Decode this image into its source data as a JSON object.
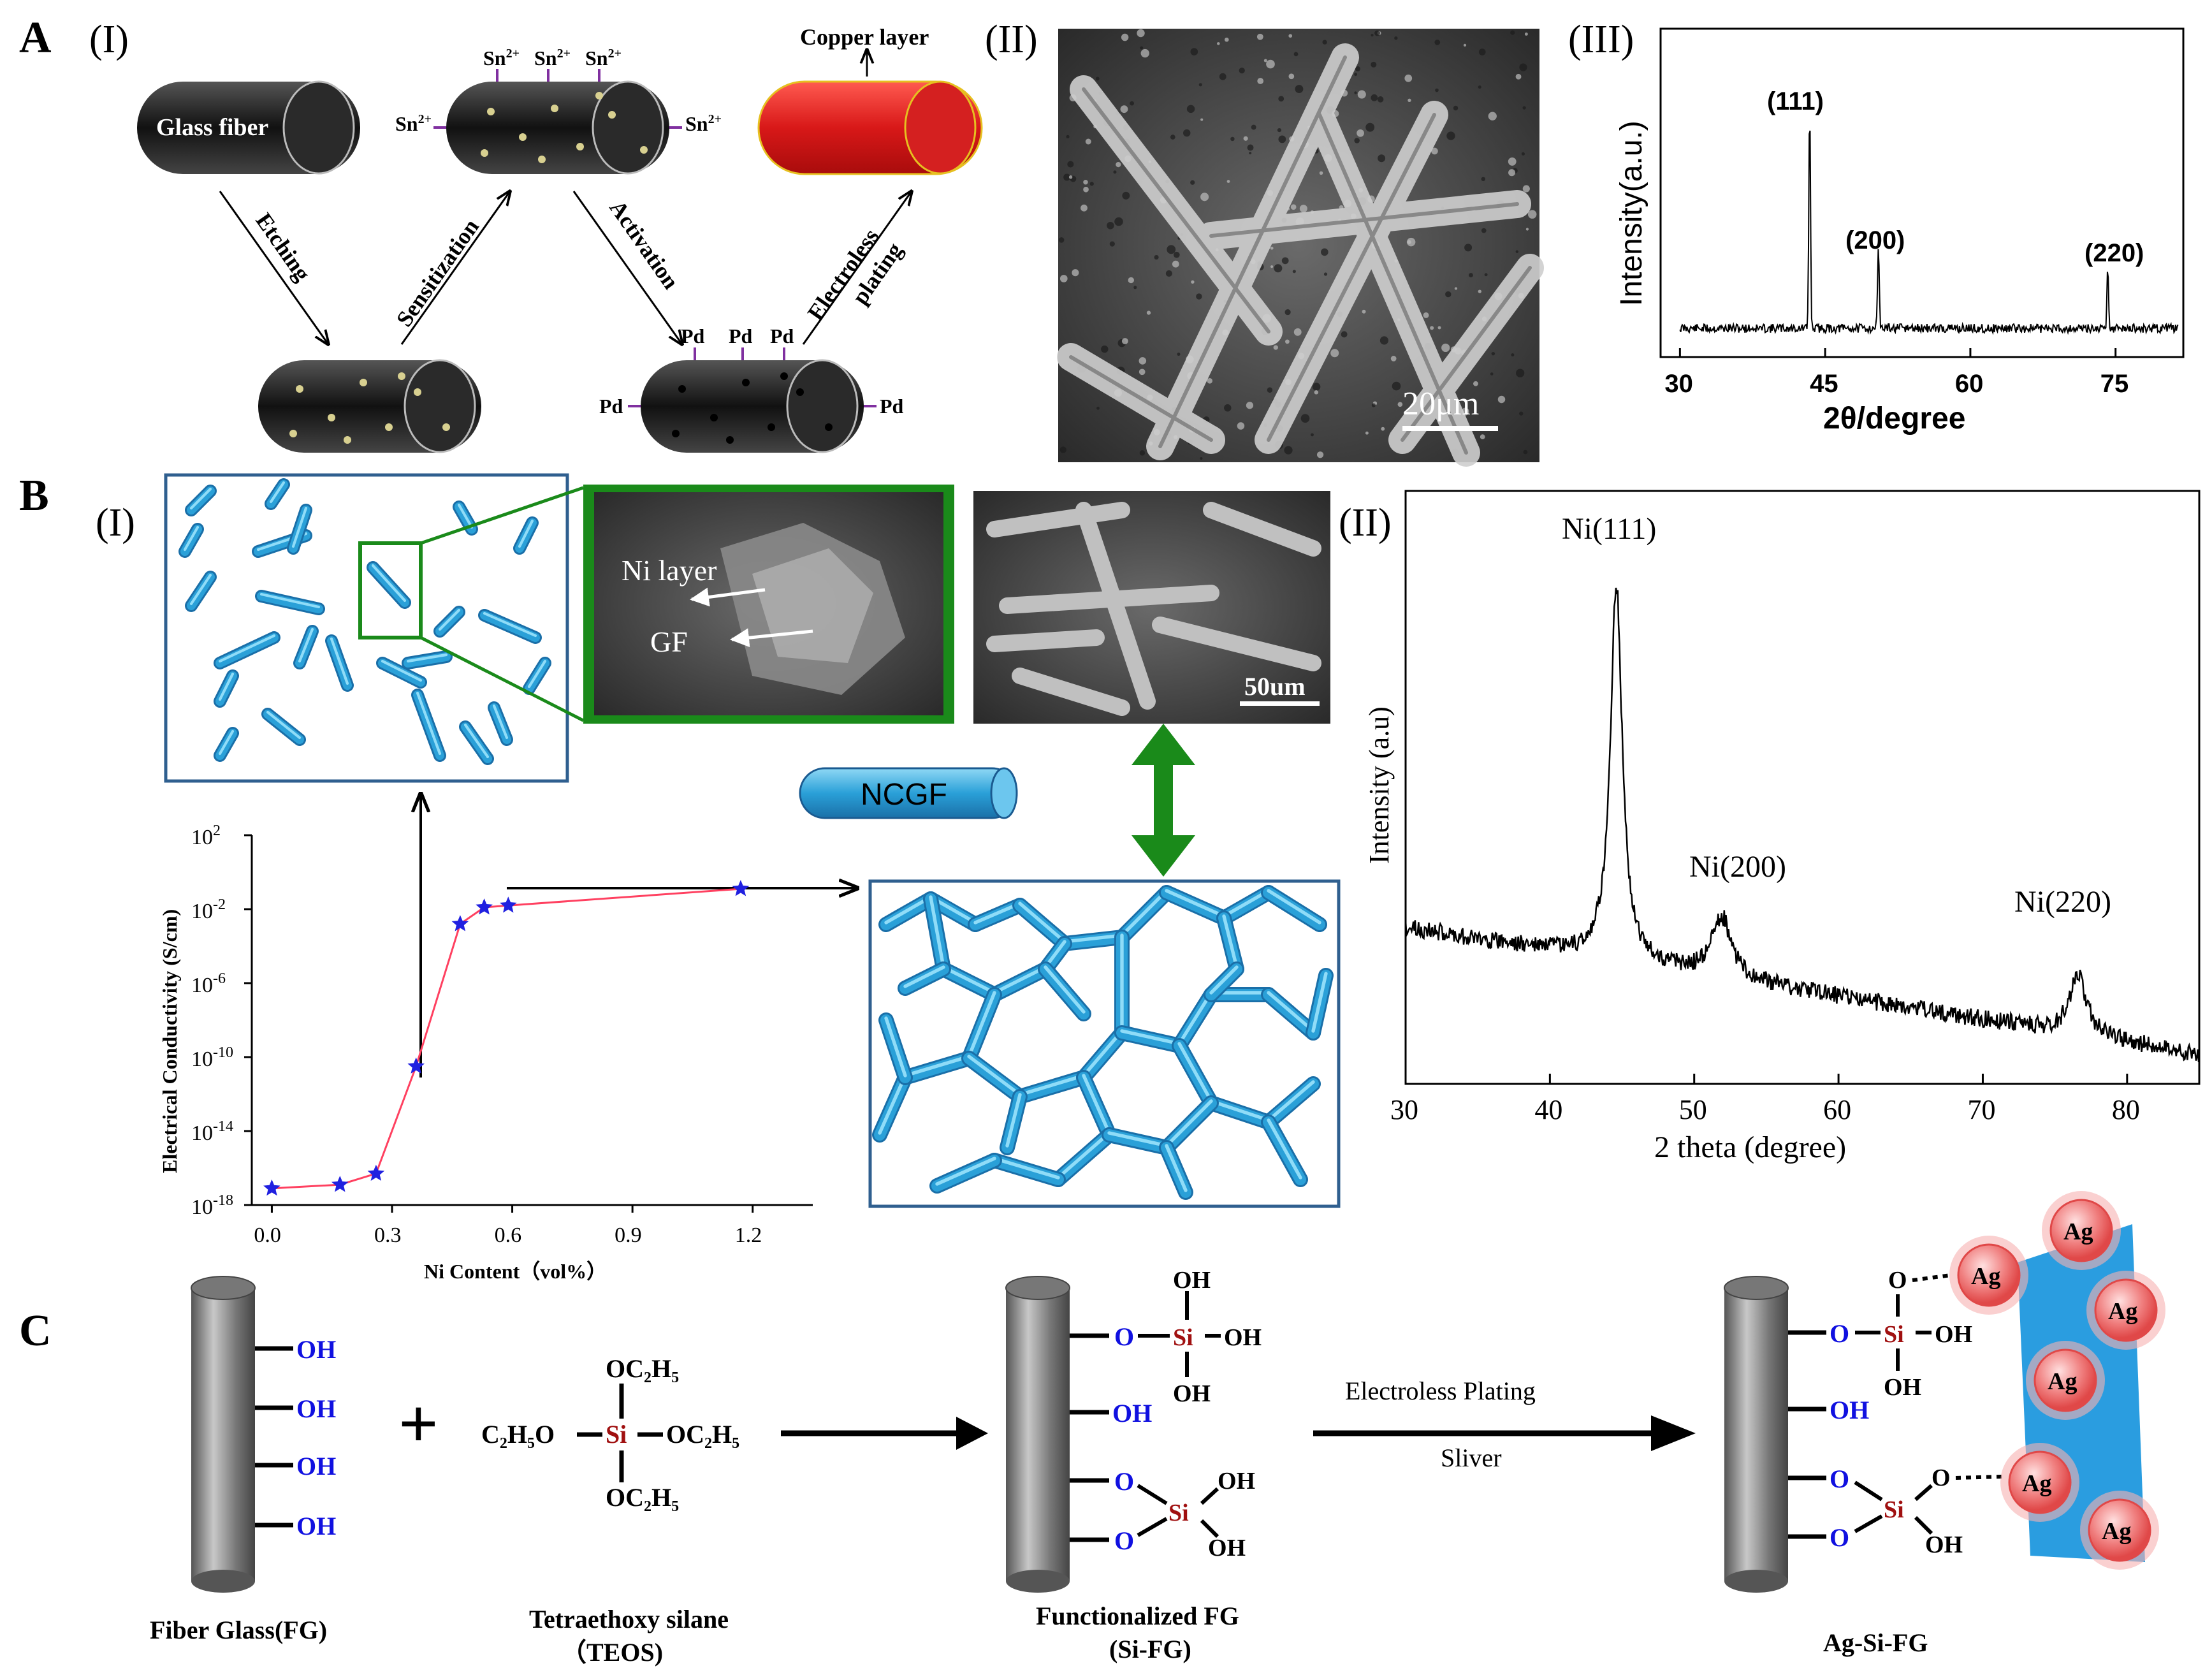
{
  "panel_labels": {
    "A": "A",
    "B": "B",
    "C": "C"
  },
  "sub_labels": {
    "a1": "(I)",
    "a2": "(II)",
    "a3": "(III)",
    "b1": "(I)",
    "b2": "(II)"
  },
  "colors": {
    "copper": "#e02020",
    "fiber_blue": "#2aa0d8",
    "green_frame": "#1a8a1a",
    "blue_frame": "#2f5f8f",
    "oh_blue": "#1010e0",
    "si_red": "#a01010",
    "ag_pink": "#f07878",
    "ag_plate": "#2a9de0",
    "star": "#2020e0",
    "curve": "#ff4060"
  },
  "schemeA": {
    "glass_fiber": "Glass fiber",
    "copper_layer": "Copper layer",
    "sn": "Sn",
    "sn_sup": "2+",
    "pd": "Pd",
    "etching": "Etching",
    "sensitization": "Sensitization",
    "activation": "Activation",
    "electroless": "Electroless",
    "plating": "plating"
  },
  "semA": {
    "scale": "20μm"
  },
  "xrdA": {
    "ylabel": "Intensity(a.u.)",
    "xlabel": "2θ/degree",
    "xticks": [
      "30",
      "45",
      "60",
      "75"
    ],
    "peaks": [
      "(111)",
      "(200)",
      "(220)"
    ]
  },
  "schemeB": {
    "ni_layer": "Ni layer",
    "gf": "GF",
    "sem_scale": "50um",
    "ncgf": "NCGF"
  },
  "conductivity": {
    "ylabel": "Electrical Conductivity (S/cm)",
    "xlabel": "Ni Content（vol%）",
    "xticks": [
      "0.0",
      "0.3",
      "0.6",
      "0.9",
      "1.2"
    ],
    "ytick_base": "10",
    "ytick_exps": [
      "2",
      "-2",
      "-6",
      "-10",
      "-14",
      "-18"
    ]
  },
  "xrdB": {
    "ylabel": "Intensity (a.u)",
    "xlabel": "2 theta (degree)",
    "xticks": [
      "30",
      "40",
      "50",
      "60",
      "70",
      "80"
    ],
    "peaks": [
      "Ni(111)",
      "Ni(200)",
      "Ni(220)"
    ]
  },
  "schemeC": {
    "oh": "OH",
    "o": "O",
    "si": "Si",
    "ag": "Ag",
    "plus": "+",
    "teos_oc2h5": "OC₂H₅",
    "teos_c2h5o": "C₂H₅O",
    "arrow_top": "Electroless Plating",
    "arrow_bottom": "Sliver",
    "cap_fg": "Fiber Glass(FG)",
    "cap_teos1": "Tetraethoxy silane",
    "cap_teos2": "（TEOS)",
    "cap_si1": "Functionalized FG",
    "cap_si2": "(Si-FG)",
    "cap_ag": "Ag-Si-FG"
  },
  "chart_data": [
    {
      "type": "line",
      "xlabel": "Ni Content（vol%）",
      "ylabel": "Electrical Conductivity (S/cm)",
      "log_y": true,
      "xlim": [
        -0.05,
        1.35
      ],
      "ylim_exp": [
        -18,
        2
      ],
      "x": [
        0.0,
        0.17,
        0.26,
        0.36,
        0.47,
        0.53,
        0.59,
        1.17
      ],
      "y_exp": [
        -17.1,
        -16.9,
        -16.3,
        -10.5,
        -2.8,
        -1.9,
        -1.8,
        -0.9
      ]
    },
    {
      "type": "line",
      "xlabel": "2θ/degree",
      "ylabel": "Intensity(a.u.)",
      "xlim": [
        30,
        80
      ],
      "peaks_2theta": [
        43.4,
        50.5,
        74.2
      ],
      "peak_labels": [
        "(111)",
        "(200)",
        "(220)"
      ]
    },
    {
      "type": "line",
      "xlabel": "2 theta (degree)",
      "ylabel": "Intensity (a.u)",
      "xlim": [
        30,
        85
      ],
      "peaks_2theta": [
        44.6,
        51.9,
        76.6
      ],
      "peak_labels": [
        "Ni(111)",
        "Ni(200)",
        "Ni(220)"
      ]
    }
  ]
}
